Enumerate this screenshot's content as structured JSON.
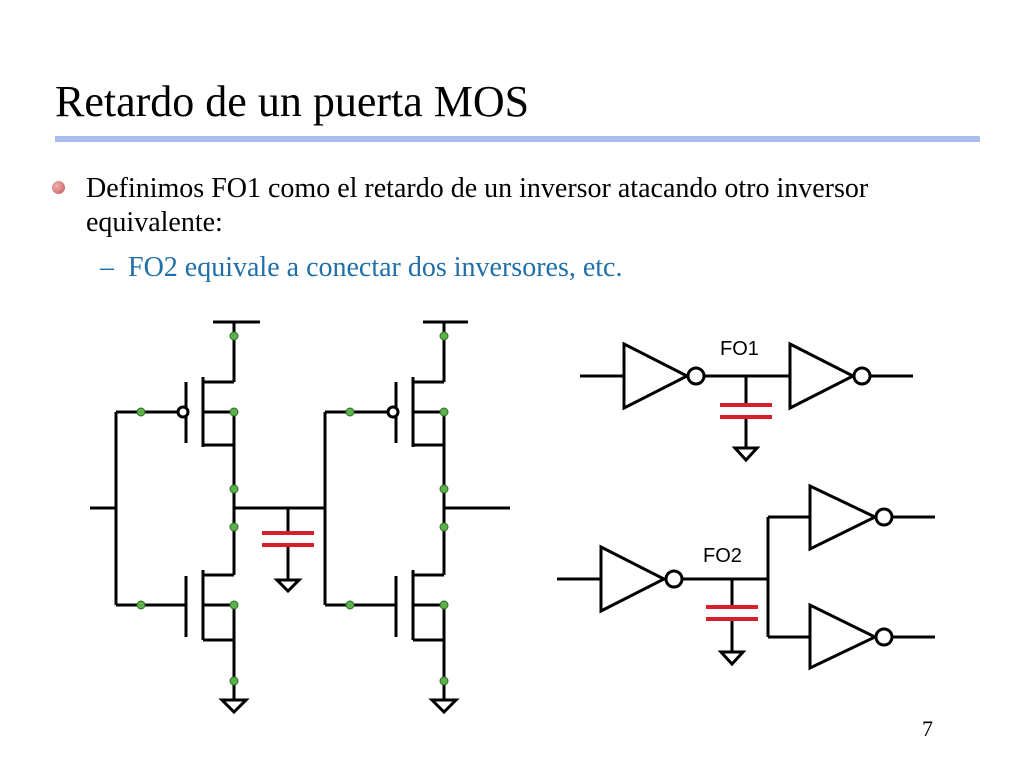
{
  "slide": {
    "title": "Retardo de un puerta MOS",
    "bullet": "Definimos FO1 como el retardo de un inversor atacando otro inversor equivalente:",
    "sub_dash": "–",
    "sub_bullet": "FO2 equivale a conectar dos inversores, etc.",
    "page_number": "7"
  },
  "diagram": {
    "fo1_label": "FO1",
    "fo2_label": "FO2",
    "colors": {
      "wire": "#000000",
      "node": "#5bb14a",
      "capacitor": "#d81e2a",
      "title_rule": "#aabcf0",
      "sub_bullet_text": "#1f6fa8"
    }
  }
}
